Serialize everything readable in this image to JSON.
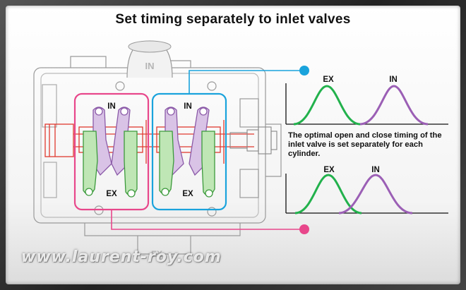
{
  "title": "Set timing separately to inlet valves",
  "labels": {
    "engine_in_top": "IN",
    "engine_ex_bottom": "EX",
    "cyl1_in": "IN",
    "cyl1_ex": "EX",
    "cyl2_in": "IN",
    "cyl2_ex": "EX",
    "chart1_ex": "EX",
    "chart1_in": "IN",
    "chart2_ex": "EX",
    "chart2_in": "IN"
  },
  "caption": "The optimal open and close timing of the inlet valve is set separately for each cylinder.",
  "watermark": "www.laurent-roy.com",
  "colors": {
    "ex_curve": "#22b14c",
    "in_curve": "#9b5fb5",
    "cylinder1_frame": "#e8478b",
    "cylinder2_frame": "#1aa3dc",
    "rocker_in": "#d9c3e6",
    "rocker_ex": "#bfe6b5",
    "crank_red": "#e03a2f"
  }
}
